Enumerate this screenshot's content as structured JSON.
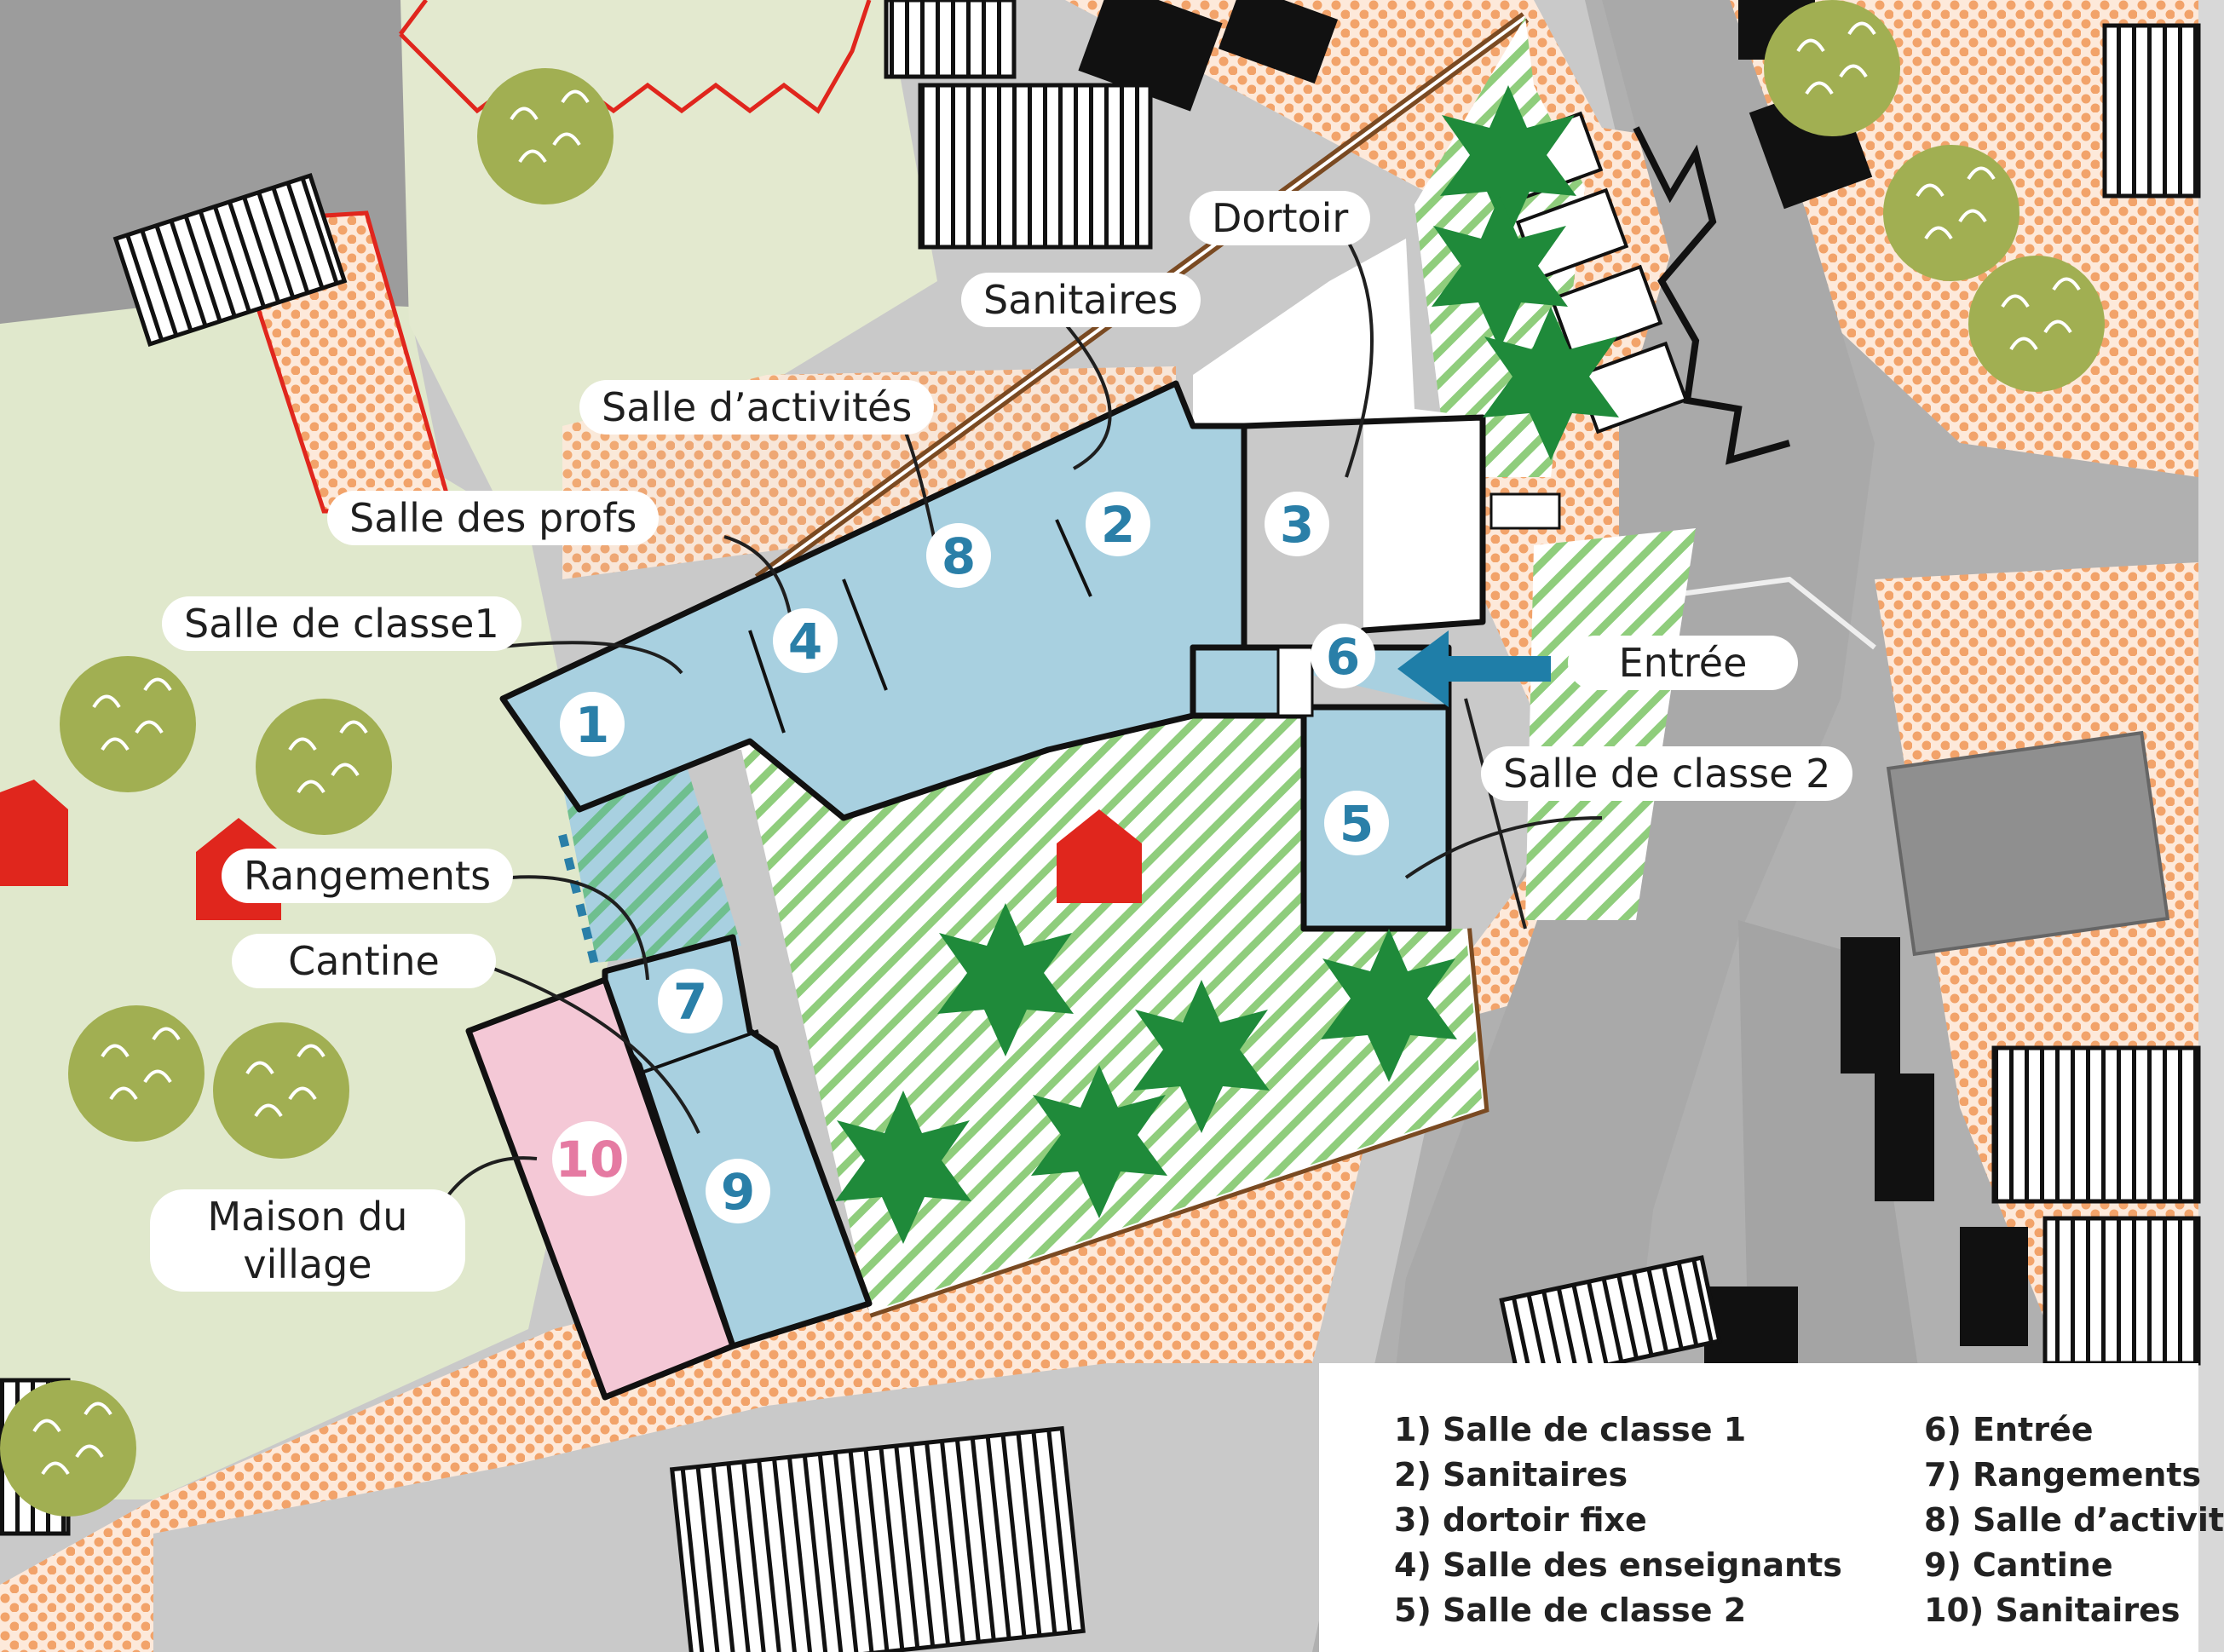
{
  "numbers": [
    "1",
    "2",
    "3",
    "4",
    "5",
    "6",
    "7",
    "8",
    "9",
    "10"
  ],
  "callouts": {
    "dortoir": "Dortoir",
    "sanitaires": "Sanitaires",
    "activites": "Salle d’activités",
    "profs": "Salle des profs",
    "classe1": "Salle de classe1",
    "entree": "Entrée",
    "classe2": "Salle de classe 2",
    "rangements": "Rangements",
    "cantine": "Cantine",
    "maison_line1": "Maison du",
    "maison_line2": "village"
  },
  "legend": {
    "col1": [
      "1) Salle de classe 1",
      "2) Sanitaires",
      "3) dortoir fixe",
      "4) Salle des enseignants",
      "5) Salle de classe 2"
    ],
    "col2": [
      "6) Entrée",
      "7) Rangements",
      "8) Salle d’activit",
      "9) Cantine",
      "10) Sanitaires"
    ]
  },
  "colors": {
    "classroom_blue": "#a8d0e0",
    "number_blue": "#2a7fa8",
    "pink_building": "#f4c8d6",
    "number_pink": "#e57aa2",
    "green_hatch": "#7fc56a",
    "tree_dark": "#1f8a3a",
    "tree_olive": "#9aab48",
    "orange_dots": "#f2a36a",
    "red_marker": "#e0261d",
    "lawn": "#e0e8cc",
    "road_gray": "#b5b5b5"
  },
  "icons": [
    "house-marker-icon",
    "entrance-arrow-icon",
    "tree-icon"
  ]
}
